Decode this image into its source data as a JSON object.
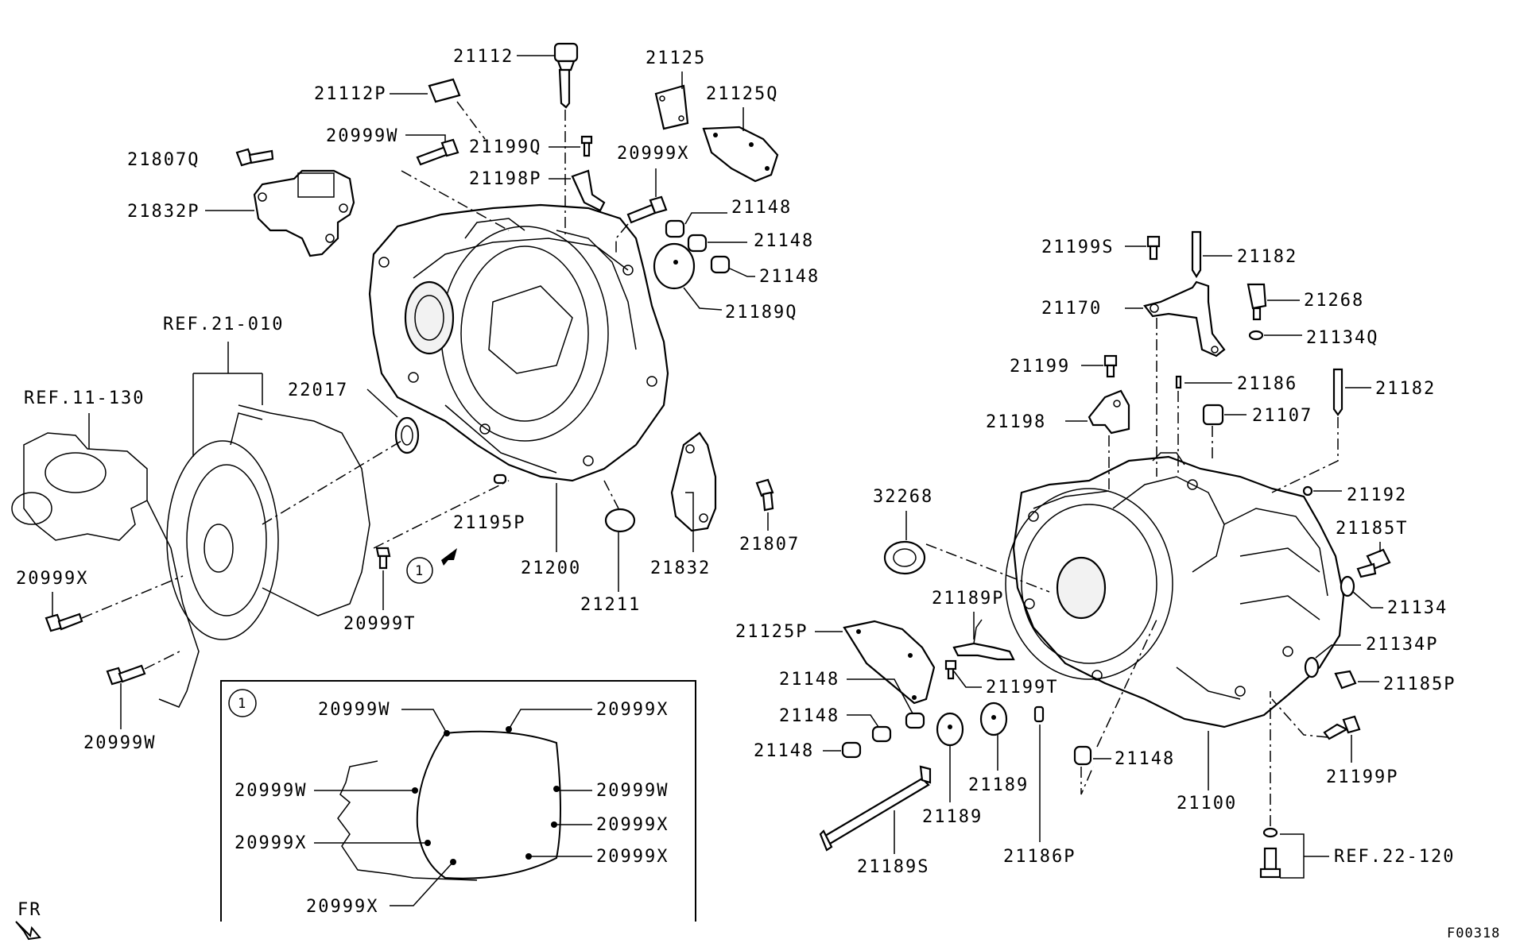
{
  "diagram": {
    "figure_code": "F00318",
    "direction_label": "FR",
    "callout_number": "1",
    "left_case_labels": {
      "p21112": "21112",
      "p21112P": "21112P",
      "p20999W_top": "20999W",
      "p21807Q": "21807Q",
      "p21832P": "21832P",
      "p21125": "21125",
      "p21125Q": "21125Q",
      "p21199Q": "21199Q",
      "p21198P": "21198P",
      "p20999X_top": "20999X",
      "p21148_a": "21148",
      "p21148_b": "21148",
      "p21148_c": "21148",
      "p21189Q": "21189Q",
      "ref_21_010": "REF.21-010",
      "ref_11_130": "REF.11-130",
      "p22017": "22017",
      "p21195P": "21195P",
      "p21200": "21200",
      "p21211": "21211",
      "p21832": "21832",
      "p21807": "21807",
      "p20999X_left": "20999X",
      "p20999T": "20999T",
      "p20999W_left": "20999W"
    },
    "inset_labels": {
      "w_top": "20999W",
      "x_top": "20999X",
      "w_left": "20999W",
      "w_right": "20999W",
      "x_right1": "20999X",
      "x_left": "20999X",
      "x_right2": "20999X",
      "x_bottom": "20999X"
    },
    "right_case_labels": {
      "p21199S": "21199S",
      "p21182_top": "21182",
      "p21268": "21268",
      "p21170": "21170",
      "p21134Q": "21134Q",
      "p21199": "21199",
      "p21186": "21186",
      "p21182_mid": "21182",
      "p21198": "21198",
      "p21107": "21107",
      "p32268": "32268",
      "p21192": "21192",
      "p21185T": "21185T",
      "p21189P": "21189P",
      "p21134": "21134",
      "p21125P": "21125P",
      "p21134P": "21134P",
      "p21148_a": "21148",
      "p21199T": "21199T",
      "p21185P": "21185P",
      "p21148_b": "21148",
      "p21148_c": "21148",
      "p21148_d": "21148",
      "p21189_a": "21189",
      "p21189_b": "21189",
      "p21100": "21100",
      "p21199P": "21199P",
      "p21189S": "21189S",
      "p21186P": "21186P",
      "ref_22_120": "REF.22-120"
    }
  }
}
